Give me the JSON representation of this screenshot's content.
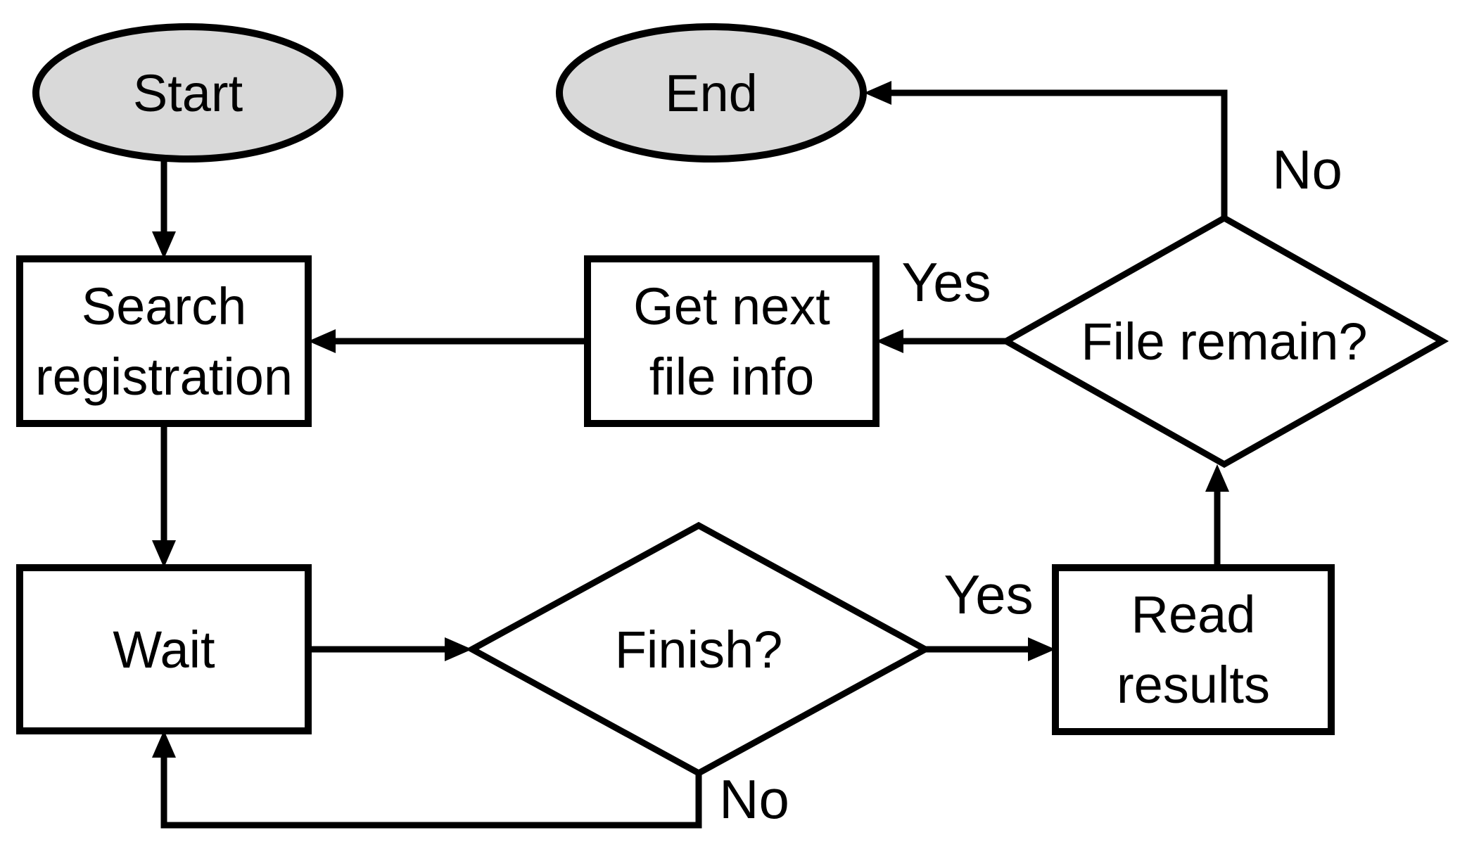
{
  "diagram": {
    "type": "flowchart",
    "colors": {
      "terminal_fill": "#d9d9d9",
      "process_fill": "#ffffff",
      "stroke": "#000000",
      "text": "#000000"
    },
    "nodes": [
      {
        "id": "start",
        "shape": "ellipse",
        "label": "Start"
      },
      {
        "id": "search-registration",
        "shape": "rect",
        "label": "Search registration",
        "lines": [
          "Search",
          "registration"
        ]
      },
      {
        "id": "wait",
        "shape": "rect",
        "label": "Wait",
        "lines": [
          "Wait"
        ]
      },
      {
        "id": "finish",
        "shape": "diamond",
        "label": "Finish?"
      },
      {
        "id": "read-results",
        "shape": "rect",
        "label": "Read results",
        "lines": [
          "Read",
          "results"
        ]
      },
      {
        "id": "file-remain",
        "shape": "diamond",
        "label": "File remain?"
      },
      {
        "id": "get-next-file-info",
        "shape": "rect",
        "label": "Get next file info",
        "lines": [
          "Get next",
          "file info"
        ]
      },
      {
        "id": "end",
        "shape": "ellipse",
        "label": "End"
      }
    ],
    "edges": [
      {
        "from": "start",
        "to": "search-registration",
        "label": ""
      },
      {
        "from": "search-registration",
        "to": "wait",
        "label": ""
      },
      {
        "from": "wait",
        "to": "finish",
        "label": ""
      },
      {
        "from": "finish",
        "to": "read-results",
        "label": "Yes"
      },
      {
        "from": "finish",
        "to": "wait",
        "label": "No"
      },
      {
        "from": "read-results",
        "to": "file-remain",
        "label": ""
      },
      {
        "from": "file-remain",
        "to": "get-next-file-info",
        "label": "Yes"
      },
      {
        "from": "get-next-file-info",
        "to": "search-registration",
        "label": ""
      },
      {
        "from": "file-remain",
        "to": "end",
        "label": "No"
      }
    ]
  }
}
